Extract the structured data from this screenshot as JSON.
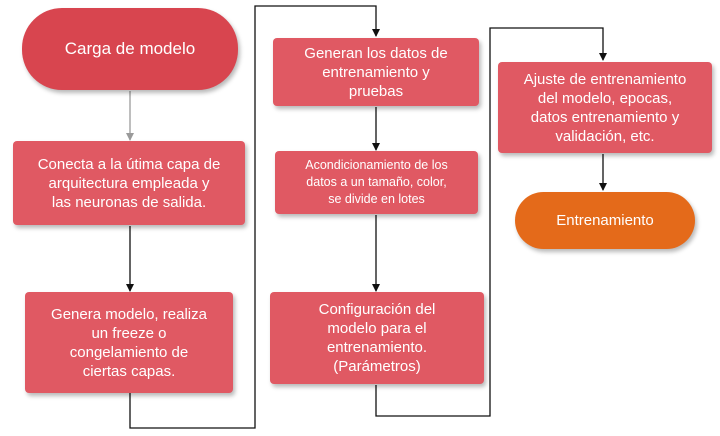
{
  "colors": {
    "start_node": "#d8454f",
    "step_node": "#e05963",
    "end_node": "#e46a1a",
    "connector": "#111111",
    "first_arrow": "#9a9a9a"
  },
  "nodes": {
    "carga_modelo": "Carga de  modelo",
    "conecta": "Conecta a la útima capa de\narquitectura empleada  y\nlas neuronas de salida.",
    "genera_modelo": "Genera modelo, realiza\nun freeze o\ncongelamiento de\nciertas capas.",
    "generan_datos": "Generan los datos  de\nentrenamiento  y\npruebas",
    "acondicionamiento": "Acondicionamiento de  los\ndatos  a un tamaño, color,\nse divide en lotes",
    "configuracion": "Configuración del\nmodelo para el\nentrenamiento.\n(Parámetros)",
    "ajuste": "Ajuste de entrenamiento\ndel modelo, epocas,\ndatos entrenamiento y\nvalidación, etc.",
    "entrenamiento": "Entrenamiento"
  }
}
